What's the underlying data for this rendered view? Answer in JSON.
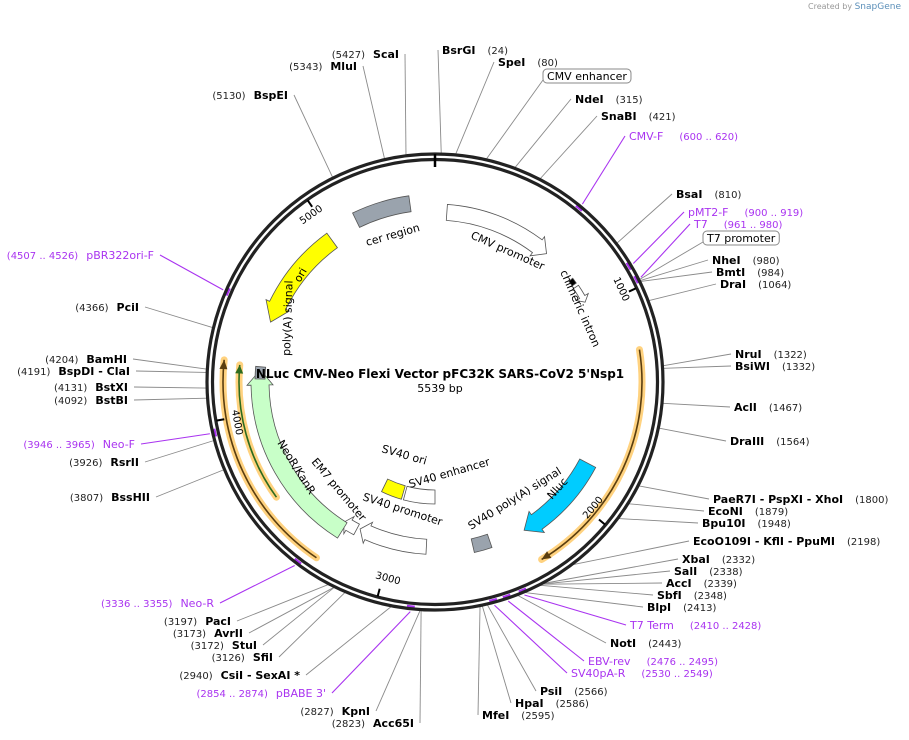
{
  "watermark": {
    "prefix": "Created by",
    "brand": "SnapGene"
  },
  "plasmid": {
    "name": "NLuc CMV-Neo Flexi Vector pFC32K SARS-CoV2 5'Nsp1",
    "length_label": "5539 bp",
    "length_bp": 5539
  },
  "ticks": [
    "1000",
    "2000",
    "3000",
    "4000",
    "5000"
  ],
  "sites": [
    {
      "name": "BsrGI",
      "pos": "(24)",
      "bp": 24,
      "type": "enzyme"
    },
    {
      "name": "SpeI",
      "pos": "(80)",
      "bp": 80,
      "type": "enzyme"
    },
    {
      "name": "CMV enhancer",
      "pos": "",
      "bp": 200,
      "type": "feature-box"
    },
    {
      "name": "NdeI",
      "pos": "(315)",
      "bp": 315,
      "type": "enzyme"
    },
    {
      "name": "SnaBI",
      "pos": "(421)",
      "bp": 421,
      "type": "enzyme"
    },
    {
      "name": "CMV-F",
      "pos": "(600 .. 620)",
      "bp": 610,
      "type": "primer"
    },
    {
      "name": "BsaI",
      "pos": "(810)",
      "bp": 810,
      "type": "enzyme"
    },
    {
      "name": "pMT2-F",
      "pos": "(900 .. 919)",
      "bp": 910,
      "type": "primer"
    },
    {
      "name": "T7",
      "pos": "(961 .. 980)",
      "bp": 970,
      "type": "primer"
    },
    {
      "name": "T7 promoter",
      "pos": "",
      "bp": 975,
      "type": "feature-box"
    },
    {
      "name": "NheI",
      "pos": "(980)",
      "bp": 980,
      "type": "enzyme"
    },
    {
      "name": "BmtI",
      "pos": "(984)",
      "bp": 984,
      "type": "enzyme"
    },
    {
      "name": "DraI",
      "pos": "(1064)",
      "bp": 1064,
      "type": "enzyme"
    },
    {
      "name": "NruI",
      "pos": "(1322)",
      "bp": 1322,
      "type": "enzyme"
    },
    {
      "name": "BsiWI",
      "pos": "(1332)",
      "bp": 1332,
      "type": "enzyme"
    },
    {
      "name": "AclI",
      "pos": "(1467)",
      "bp": 1467,
      "type": "enzyme"
    },
    {
      "name": "DraIII",
      "pos": "(1564)",
      "bp": 1564,
      "type": "enzyme"
    },
    {
      "name": "PaeR7I   - PspXI   - XhoI",
      "pos": "(1800)",
      "bp": 1800,
      "type": "enzyme"
    },
    {
      "name": "EcoNI",
      "pos": "(1879)",
      "bp": 1879,
      "type": "enzyme"
    },
    {
      "name": "Bpu10I",
      "pos": "(1948)",
      "bp": 1948,
      "type": "enzyme"
    },
    {
      "name": "EcoO109I   - KflI   - PpuMI",
      "pos": "(2198)",
      "bp": 2198,
      "type": "enzyme"
    },
    {
      "name": "XbaI",
      "pos": "(2332)",
      "bp": 2332,
      "type": "enzyme"
    },
    {
      "name": "SalI",
      "pos": "(2338)",
      "bp": 2338,
      "type": "enzyme"
    },
    {
      "name": "AccI",
      "pos": "(2339)",
      "bp": 2339,
      "type": "enzyme"
    },
    {
      "name": "SbfI",
      "pos": "(2348)",
      "bp": 2348,
      "type": "enzyme"
    },
    {
      "name": "BlpI",
      "pos": "(2413)",
      "bp": 2413,
      "type": "enzyme"
    },
    {
      "name": "T7 Term",
      "pos": "(2410 .. 2428)",
      "bp": 2419,
      "type": "primer"
    },
    {
      "name": "NotI",
      "pos": "(2443)",
      "bp": 2443,
      "type": "enzyme"
    },
    {
      "name": "EBV-rev",
      "pos": "(2476 .. 2495)",
      "bp": 2485,
      "type": "primer"
    },
    {
      "name": "SV40pA-R",
      "pos": "(2530 .. 2549)",
      "bp": 2540,
      "type": "primer"
    },
    {
      "name": "PsiI",
      "pos": "(2566)",
      "bp": 2566,
      "type": "enzyme"
    },
    {
      "name": "HpaI",
      "pos": "(2586)",
      "bp": 2586,
      "type": "enzyme"
    },
    {
      "name": "MfeI",
      "pos": "(2595)",
      "bp": 2595,
      "type": "enzyme"
    },
    {
      "name": "Acc65I",
      "pos": "(2823)",
      "bp": 2823,
      "type": "enzyme"
    },
    {
      "name": "KpnI",
      "pos": "(2827)",
      "bp": 2827,
      "type": "enzyme"
    },
    {
      "name": "pBABE 3'",
      "pos": "(2854 .. 2874)",
      "bp": 2864,
      "type": "primer"
    },
    {
      "name": "CsiI   - SexAI  *",
      "pos": "(2940)",
      "bp": 2940,
      "type": "enzyme"
    },
    {
      "name": "SfiI",
      "pos": "(3126)",
      "bp": 3126,
      "type": "enzyme"
    },
    {
      "name": "StuI",
      "pos": "(3172)",
      "bp": 3172,
      "type": "enzyme"
    },
    {
      "name": "AvrII",
      "pos": "(3173)",
      "bp": 3173,
      "type": "enzyme"
    },
    {
      "name": "PacI",
      "pos": "(3197)",
      "bp": 3197,
      "type": "enzyme"
    },
    {
      "name": "Neo-R",
      "pos": "(3336 .. 3355)",
      "bp": 3345,
      "type": "primer"
    },
    {
      "name": "BssHII",
      "pos": "(3807)",
      "bp": 3807,
      "type": "enzyme"
    },
    {
      "name": "RsrII",
      "pos": "(3926)",
      "bp": 3926,
      "type": "enzyme"
    },
    {
      "name": "Neo-F",
      "pos": "(3946 .. 3965)",
      "bp": 3955,
      "type": "primer"
    },
    {
      "name": "BstBI",
      "pos": "(4092)",
      "bp": 4092,
      "type": "enzyme"
    },
    {
      "name": "BstXI",
      "pos": "(4131)",
      "bp": 4131,
      "type": "enzyme"
    },
    {
      "name": "BspDI   - ClaI",
      "pos": "(4191)",
      "bp": 4191,
      "type": "enzyme"
    },
    {
      "name": "BamHI",
      "pos": "(4204)",
      "bp": 4204,
      "type": "enzyme"
    },
    {
      "name": "PciI",
      "pos": "(4366)",
      "bp": 4366,
      "type": "enzyme"
    },
    {
      "name": "pBR322ori-F",
      "pos": "(4507 .. 4526)",
      "bp": 4516,
      "type": "primer"
    },
    {
      "name": "BspEI",
      "pos": "(5130)",
      "bp": 5130,
      "type": "enzyme"
    },
    {
      "name": "MluI",
      "pos": "(5343)",
      "bp": 5343,
      "type": "enzyme"
    },
    {
      "name": "ScaI",
      "pos": "(5427)",
      "bp": 5427,
      "type": "enzyme"
    }
  ],
  "features": {
    "cmv_promoter": "CMV promoter",
    "chimeric_intron": "chimeric intron",
    "nluc": "Nluc",
    "sv40_polya": "SV40 poly(A) signal",
    "sv40_promoter": "SV40 promoter",
    "sv40_ori": "SV40 ori",
    "sv40_enhancer": "SV40 enhancer",
    "em7_promoter": "EM7 promoter",
    "neor": "NeoR/KanR",
    "polya": "poly(A) signal",
    "ori": "ori",
    "cer": "cer region"
  },
  "colors": {
    "ring": "#222222",
    "primer": "#a933f0",
    "ori": "#ffff00",
    "nluc": "#00ccff",
    "neor": "#c8ffc8",
    "orf_highlight": "#ffd27f",
    "grey_box": "#9aa3ad"
  }
}
